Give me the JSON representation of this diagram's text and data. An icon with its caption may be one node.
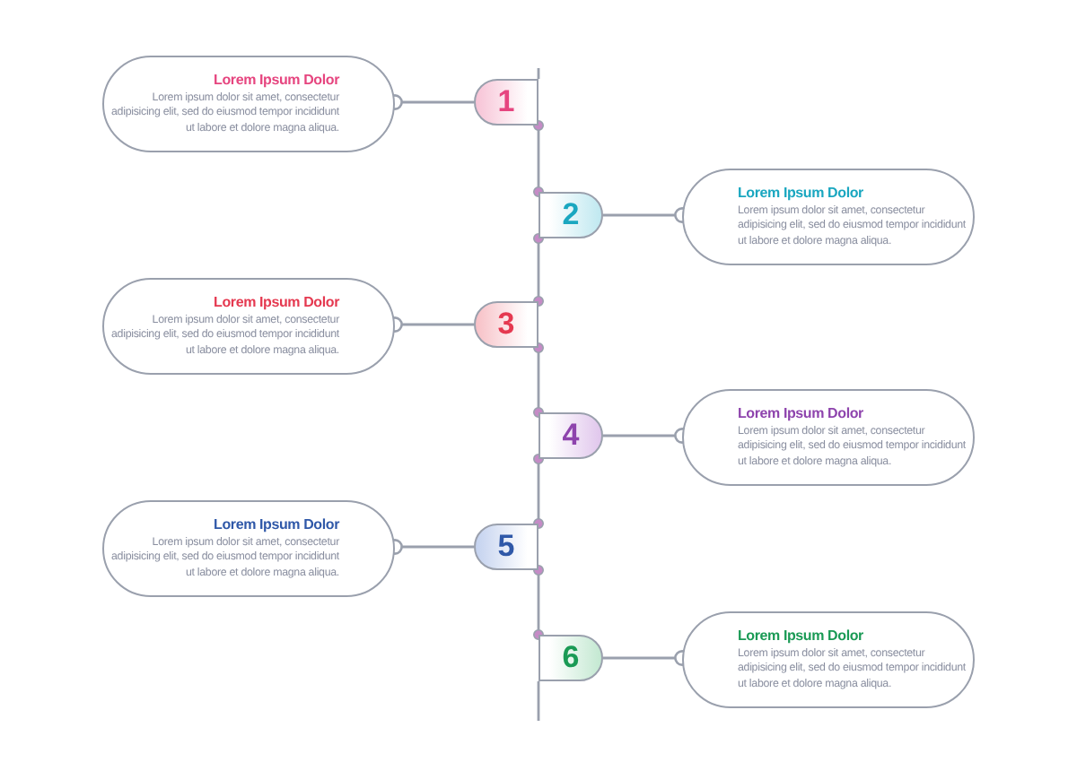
{
  "diagram": {
    "nodes": [
      {
        "text": [
          "Lorem Ipsum Dolor",
          "Lorem ipsum dolor sit amet, consectetur adipisicing elit, sed do eiusmod tempor incididunt ut labore et dolore magna aliqua."
        ]
      },
      {
        "text": [
          "1"
        ]
      },
      {
        "text": [
          "2"
        ]
      },
      {
        "text": [
          "Lorem Ipsum Dolor",
          "Lorem ipsum dolor sit amet, consectetur adipisicing elit, sed do eiusmod tempor incididunt ut labore et dolore magna aliqua."
        ]
      },
      {
        "text": [
          "Lorem Ipsum Dolor",
          "Lorem ipsum dolor sit amet, consectetur adipisicing elit, sed do eiusmod tempor incididunt ut labore et dolore magna aliqua."
        ]
      },
      {
        "text": [
          "3"
        ]
      },
      {
        "text": [
          "4"
        ]
      },
      {
        "text": [
          "Lorem Ipsum Dolor",
          "Lorem ipsum dolor sit amet, consectetur adipisicing elit, sed do eiusmod tempor incididunt ut labore et dolore magna aliqua."
        ]
      },
      {
        "text": [
          "Lorem Ipsum Dolor",
          "Lorem ipsum dolor sit amet, consectetur adipisicing elit, sed do eiusmod tempor incididunt ut labore et dolore magna aliqua."
        ]
      },
      {
        "text": [
          "5"
        ]
      },
      {
        "text": [
          "6"
        ]
      },
      {
        "text": [
          "Lorem Ipsum Dolor",
          "Lorem ipsum dolor sit amet, consectetur adipisicing elit, sed do eiusmod tempor incididunt ut labore et dolore magna aliqua."
        ]
      }
    ],
    "edges": [
      {
        "from": 1,
        "to": 0,
        "arrow": "other"
      },
      {
        "from": 2,
        "to": 3,
        "arrow": "other"
      },
      {
        "from": 5,
        "to": 4,
        "arrow": "other"
      },
      {
        "from": 6,
        "to": 7,
        "arrow": "other"
      },
      {
        "from": 9,
        "to": 8,
        "arrow": "other"
      },
      {
        "from": 10,
        "to": 11,
        "arrow": "other"
      },
      {
        "from": 1,
        "to": 2,
        "arrow": "other"
      },
      {
        "from": 2,
        "to": 5,
        "arrow": "other"
      },
      {
        "from": 5,
        "to": 6,
        "arrow": "other"
      },
      {
        "from": 6,
        "to": 9,
        "arrow": "other"
      },
      {
        "from": 9,
        "to": 10,
        "arrow": "other"
      }
    ]
  }
}
